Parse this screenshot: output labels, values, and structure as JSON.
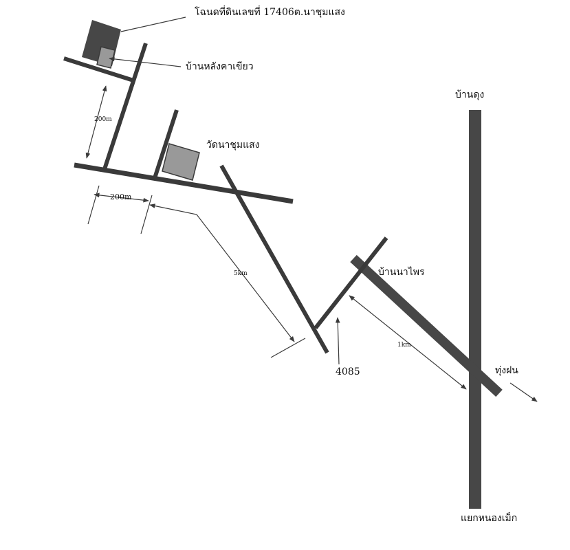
{
  "labels": {
    "plot": "โฉนดที่ดินเลขที่ 17406ต.นาชุมแสง",
    "green_roof_house": "บ้านหลังคาเขียว",
    "temple": "วัดนาชุมแสง",
    "ban_dung": "บ้านดุง",
    "ban_na_phai": "บ้านนาไพร",
    "thung_fon": "ทุ่งฝน",
    "road_4085": "4085",
    "nong_mek_junction": "แยกหนองเม็ก"
  },
  "distances": {
    "upper_road_200m": "200m",
    "side_200m": "200m",
    "five_km": "5km",
    "one_km": "1km"
  },
  "colors": {
    "road": "#3a3a3a",
    "main_road": "#474747",
    "building_gray": "#999999",
    "text": "#111111"
  }
}
